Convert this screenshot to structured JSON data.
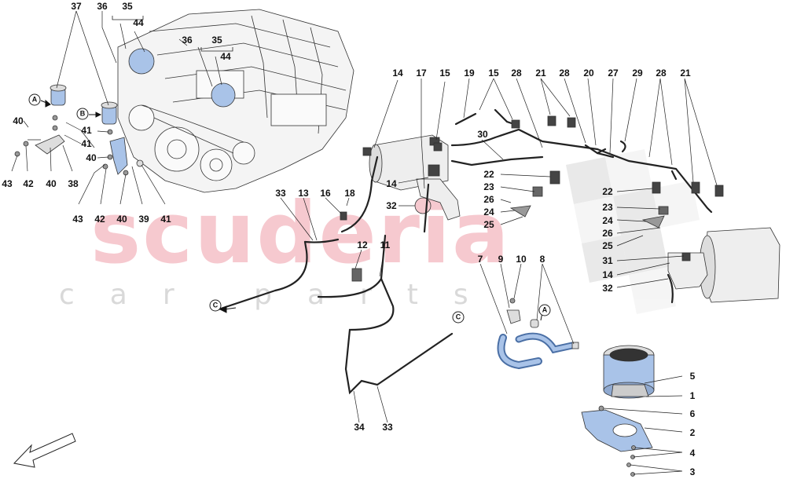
{
  "watermark": {
    "brand": "scuderia",
    "sub": "car parts"
  },
  "connectors": {
    "a": "A",
    "b": "B",
    "c": "C"
  },
  "part_numbers": {
    "p1": "1",
    "p2": "2",
    "p3": "3",
    "p4": "4",
    "p5": "5",
    "p6": "6",
    "p7": "7",
    "p8": "8",
    "p9": "9",
    "p10": "10",
    "p11": "11",
    "p12": "12",
    "p13": "13",
    "p14": "14",
    "p15": "15",
    "p16": "16",
    "p17": "17",
    "p18": "18",
    "p19": "19",
    "p20": "20",
    "p21": "21",
    "p22": "22",
    "p23": "23",
    "p24": "24",
    "p25": "25",
    "p26": "26",
    "p27": "27",
    "p28": "28",
    "p29": "29",
    "p30": "30",
    "p31": "31",
    "p32": "32",
    "p33": "33",
    "p34": "34",
    "p35": "35",
    "p36": "36",
    "p37": "37",
    "p38": "38",
    "p39": "39",
    "p40": "40",
    "p41": "41",
    "p42": "42",
    "p43": "43",
    "p44": "44"
  },
  "colors": {
    "part_highlight": "#a9c3e8",
    "watermark_red": "#f6c9cf",
    "line": "#1a1a1a"
  }
}
